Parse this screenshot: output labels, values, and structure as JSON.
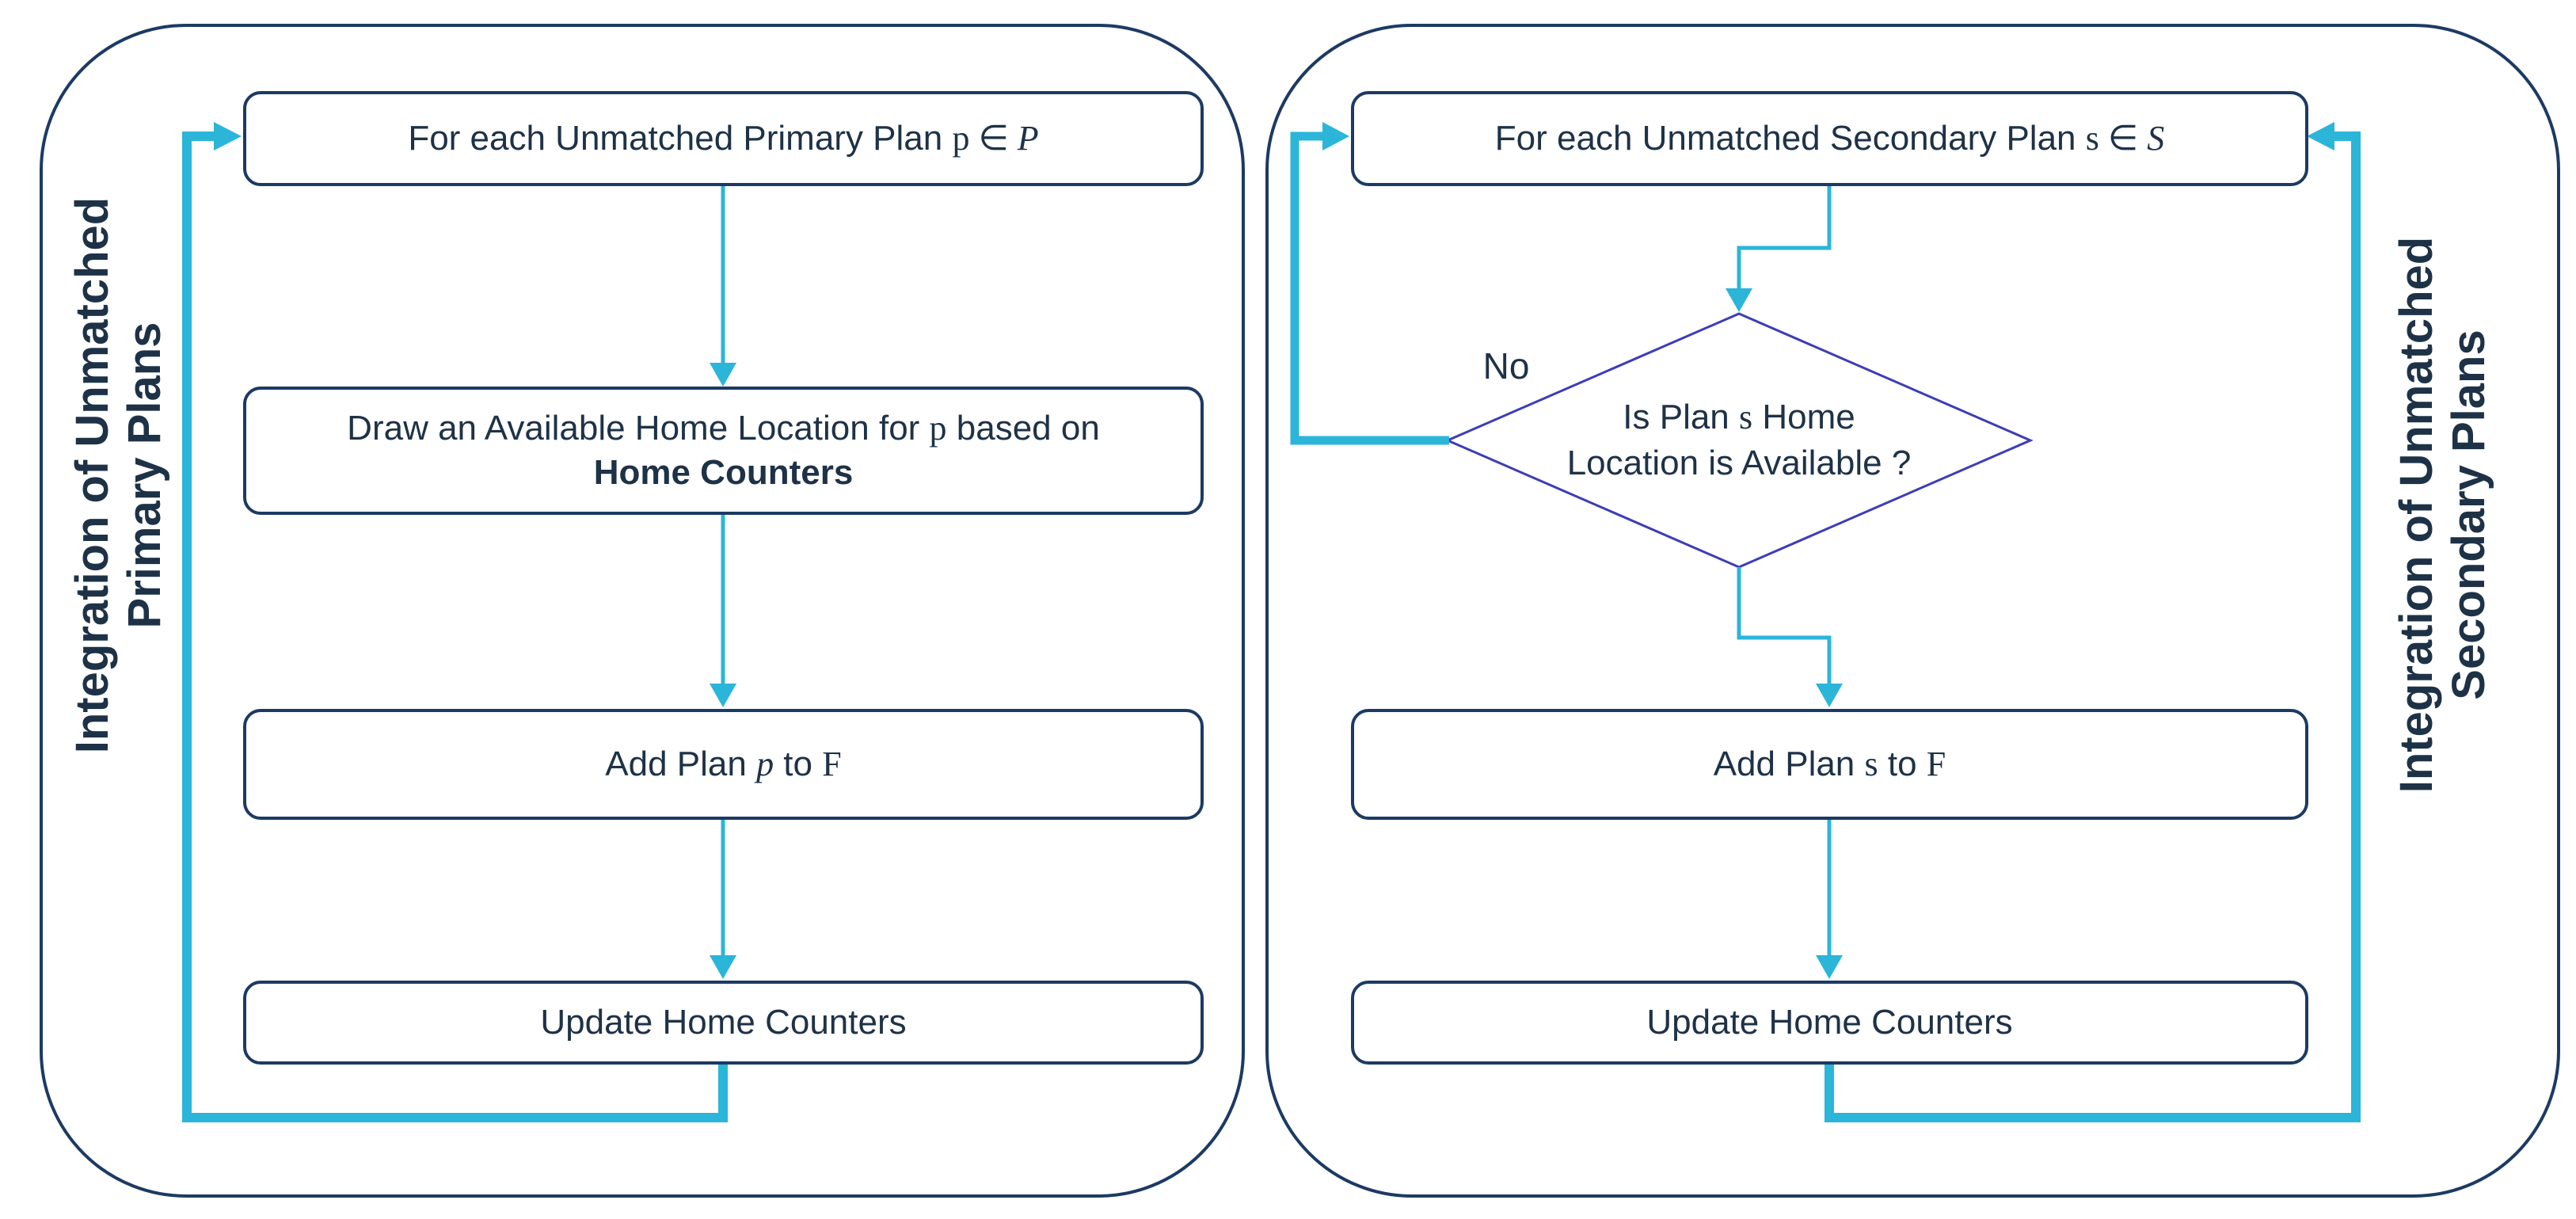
{
  "colors": {
    "outline_navy": "#1c3a63",
    "text_navy": "#1e3247",
    "flow_cyan": "#2bb5d9",
    "diamond_indigo": "#3d3db8"
  },
  "left": {
    "title1": "Integration of Unmatched",
    "title2": "Primary Plans",
    "box1": {
      "t1": "For each Unmatched Primary Plan ",
      "var": "p",
      "in": " ∈ ",
      "set": "P"
    },
    "box2": {
      "t1": "Draw an Available Home Location for ",
      "var": "p",
      "t2": " based on",
      "bold": "Home Counters"
    },
    "box3": {
      "t1": "Add Plan ",
      "var": "p",
      "t2": " to ",
      "f": "F"
    },
    "box4": {
      "label": "Update Home Counters"
    }
  },
  "right": {
    "title1": "Integration of Unmatched",
    "title2": "Secondary Plans",
    "box1": {
      "t1": "For each Unmatched Secondary Plan ",
      "var": "s",
      "in": " ∈ ",
      "set": "S"
    },
    "diamond": {
      "l1a": "Is Plan ",
      "l1var": "s",
      "l1b": " Home",
      "l2": "Location is Available ?"
    },
    "no_label": "No",
    "box2": {
      "t1": "Add Plan ",
      "var": "s",
      "t2": " to ",
      "f": "F"
    },
    "box3": {
      "label": "Update Home Counters"
    }
  }
}
